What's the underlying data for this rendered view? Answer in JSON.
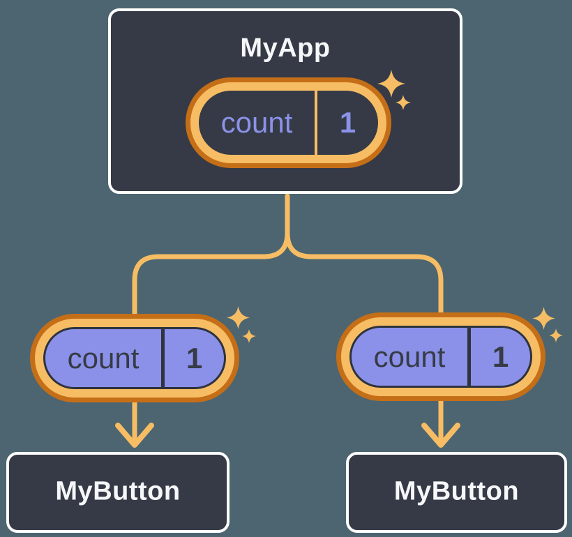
{
  "diagram": {
    "root": {
      "title": "MyApp",
      "state": {
        "name": "count",
        "value": "1"
      }
    },
    "children": [
      {
        "title": "MyButton",
        "prop": {
          "name": "count",
          "value": "1"
        }
      },
      {
        "title": "MyButton",
        "prop": {
          "name": "count",
          "value": "1"
        }
      }
    ],
    "connections": [
      {
        "from": "MyApp",
        "to": "MyButton-left",
        "style": "orange-line-with-arrow"
      },
      {
        "from": "MyApp",
        "to": "MyButton-right",
        "style": "orange-line-with-arrow"
      }
    ],
    "decorations": {
      "sparkle_icon": "four-point-star",
      "sparkles_per_pill": 2,
      "arrow_icon": "down-arrow-chevron"
    }
  },
  "colors": {
    "background": "#4C6570",
    "node_fill": "#353A46",
    "node_border": "#FFFFFF",
    "text_light": "#F6F7F9",
    "accent_light_orange": "#F7BD64",
    "accent_dark_orange": "#C56E18",
    "pill_purple": "#8B91E9",
    "pill_dark_text": "#363B45",
    "pill_dark_line": "#2E333D",
    "state_text_purple": "#8B92E8"
  }
}
